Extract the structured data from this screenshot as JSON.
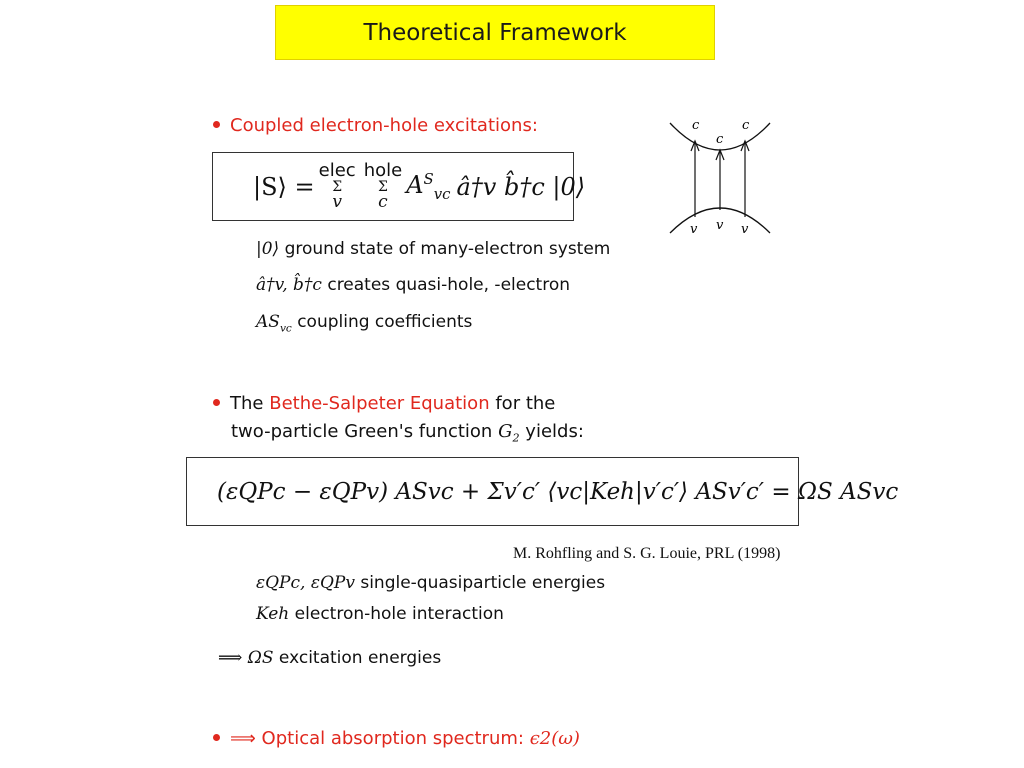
{
  "title": "Theoretical Framework",
  "section1": {
    "heading": "Coupled electron-hole excitations:",
    "eq_lhs": "|S⟩ =",
    "sum_elec_label": "elec",
    "sum_hole_label": "hole",
    "sum_elec_index": "v",
    "sum_hole_index": "c",
    "eq_rhs": "A",
    "eq_rhs_sup": "S",
    "eq_rhs_sub": "vc",
    "eq_ops": "â†v b̂†c |0⟩",
    "def1_symbol": "|0⟩",
    "def1_text": "ground state of many-electron system",
    "def2_symbol": "â†v, b̂†c",
    "def2_text": "creates quasi-hole, -electron",
    "def3_symbol": "AS",
    "def3_sub": "vc",
    "def3_text": "coupling coefficients"
  },
  "diagram": {
    "top_labels": [
      "c",
      "c",
      "c"
    ],
    "bottom_labels": [
      "v",
      "v",
      "v"
    ]
  },
  "section2": {
    "heading_pre": "The",
    "heading_red": "Bethe-Salpeter Equation",
    "heading_post": "for the",
    "heading_line2_pre": "two-particle Green's function",
    "heading_line2_math": "G",
    "heading_line2_sub": "2",
    "heading_line2_post": "yields:",
    "equation": "(εQPc − εQPv) ASvc + Σv′c′ ⟨vc|Keh|v′c′⟩ ASv′c′ = ΩS ASvc",
    "reference": "M. Rohfling and S. G. Louie, PRL (1998)",
    "def1_symbol": "εQPc, εQPv",
    "def1_text": "single-quasiparticle energies",
    "def2_symbol": "Keh",
    "def2_text": "electron-hole interaction",
    "implies_symbol": "⟹ ΩS",
    "implies_text": "excitation energies"
  },
  "section3": {
    "arrow": "⟹",
    "text": "Optical absorption spectrum:",
    "math": "ϵ2(ω)"
  }
}
